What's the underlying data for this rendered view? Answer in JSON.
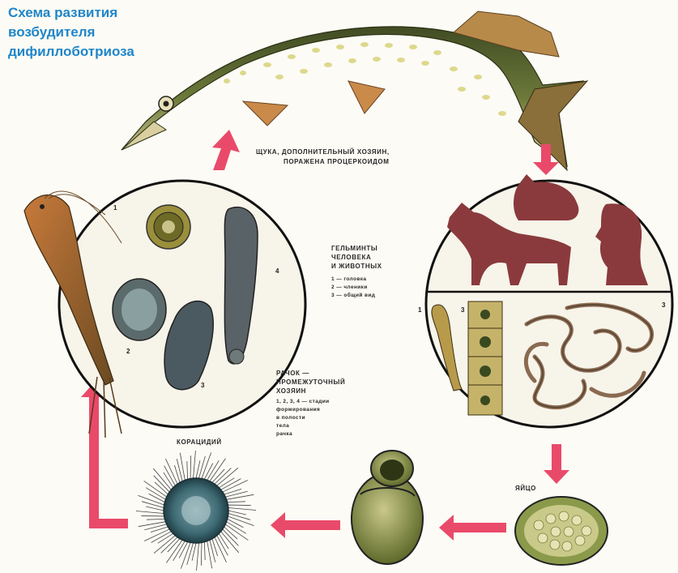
{
  "title": {
    "line1": "Схема развития",
    "line2": "возбудителя",
    "line3": "дифиллоботриоза"
  },
  "labels": {
    "pike_line1": "ЩУКА, ДОПОЛНИТЕЛЬНЫЙ ХОЗЯИН,",
    "pike_line2": "ПОРАЖЕНА ПРОЦЕРКОИДОМ",
    "helminth_line1": "ГЕЛЬМИНТЫ",
    "helminth_line2": "ЧЕЛОВЕКА",
    "helminth_line3": "И ЖИВОТНЫХ",
    "legend_1": "1 — головка",
    "legend_2": "2 — членики",
    "legend_3": "3 — общий вид",
    "crust_line1": "РАЧОК —",
    "crust_line2": "ПРОМЕЖУТОЧНЫЙ",
    "crust_line3": "ХОЗЯИН",
    "crust_line4": "1, 2, 3, 4 — стадии",
    "crust_line5": "формирования",
    "crust_line6": "в полости",
    "crust_line7": "тела",
    "crust_line8": "рачка",
    "coracidium": "КОРАЦИДИЙ",
    "egg": "ЯЙЦО"
  },
  "stage_numbers": {
    "l_1": "1",
    "l_2": "2",
    "l_3": "3",
    "l_4": "4",
    "r_1": "1",
    "r_2": "3",
    "r_3": "3"
  },
  "colors": {
    "title": "#1f86c9",
    "arrow": "#ea4a6a",
    "silhouette": "#8a3a3c",
    "fish_back": "#3f4a24",
    "fish_belly": "#d8cf9a"
  }
}
